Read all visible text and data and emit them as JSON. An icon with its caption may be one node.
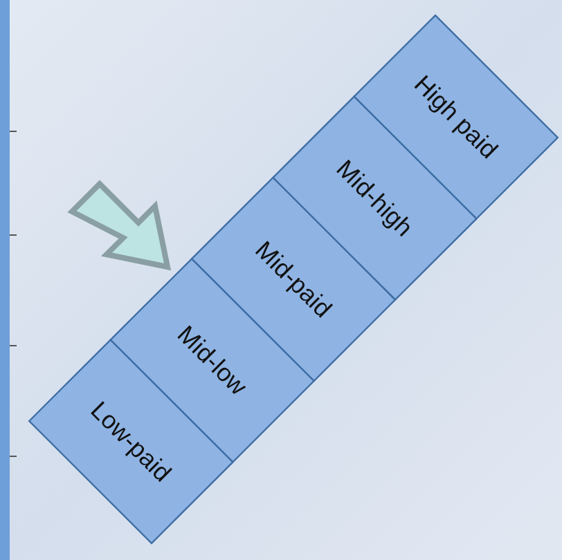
{
  "diagram": {
    "nodes": [
      {
        "text": [
          "High paid"
        ]
      },
      {
        "text": [
          "Mid-high"
        ]
      },
      {
        "text": [
          "Mid-paid"
        ]
      },
      {
        "text": [
          "Mid-low"
        ]
      },
      {
        "text": [
          "Low-paid"
        ]
      }
    ]
  }
}
